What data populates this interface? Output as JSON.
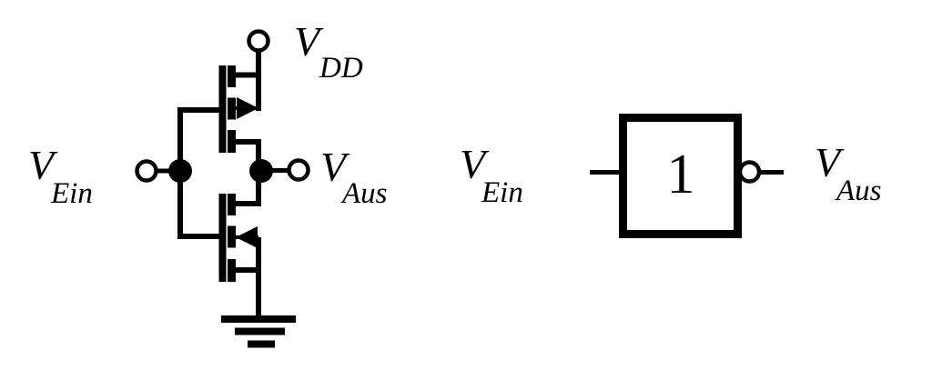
{
  "figure": {
    "description": "CMOS inverter transistor schematic and equivalent IEC inverter gate symbol",
    "colors": {
      "ink": "#000000",
      "background": "#ffffff"
    }
  },
  "labels": {
    "vdd": {
      "main": "V",
      "sub": "DD"
    },
    "vin_circuit": {
      "main": "V",
      "sub": "Ein"
    },
    "vout_circuit": {
      "main": "V",
      "sub": "Aus"
    },
    "vin_symbol": {
      "main": "V",
      "sub": "Ein"
    },
    "vout_symbol": {
      "main": "V",
      "sub": "Aus"
    },
    "gate_symbol": "1"
  }
}
